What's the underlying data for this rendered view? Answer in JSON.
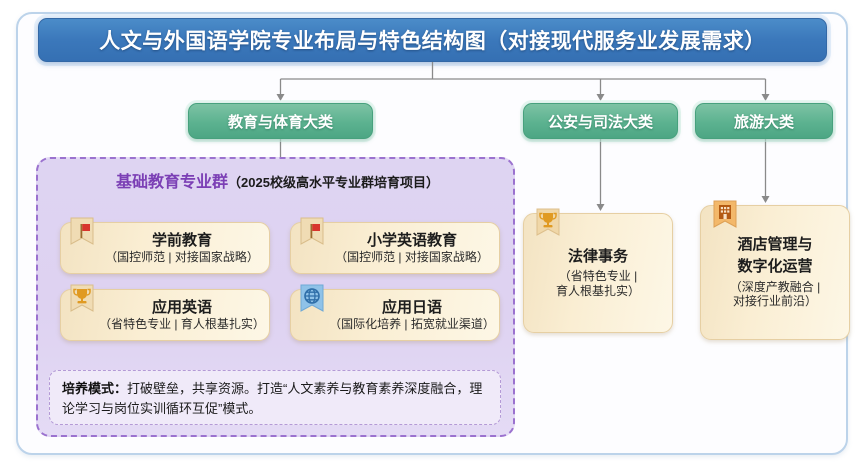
{
  "header": {
    "title": "人文与外国语学院专业布局与特色结构图（对接现代服务业发展需求）"
  },
  "categories": [
    {
      "id": "education",
      "label": "教育与体育大类"
    },
    {
      "id": "public-security-justice",
      "label": "公安与司法大类"
    },
    {
      "id": "tourism",
      "label": "旅游大类"
    }
  ],
  "group": {
    "title_main": "基础教育专业群",
    "title_sub": "（2025校级高水平专业群培育项目）",
    "cards": [
      {
        "id": "preschool-education",
        "icon": "red-flag-ribbon-icon",
        "title": "学前教育",
        "subtitle": "（国控师范 | 对接国家战略）"
      },
      {
        "id": "primary-english-education",
        "icon": "red-flag-ribbon-icon",
        "title": "小学英语教育",
        "subtitle": "（国控师范 | 对接国家战略）"
      },
      {
        "id": "applied-english",
        "icon": "trophy-ribbon-icon",
        "title": "应用英语",
        "subtitle": "（省特色专业 | 育人根基扎实）"
      },
      {
        "id": "applied-japanese",
        "icon": "globe-ribbon-icon",
        "title": "应用日语",
        "subtitle": "（国际化培养 | 拓宽就业渠道）"
      }
    ],
    "note": {
      "label": "培养模式：",
      "text": "打破壁垒，共享资源。打造“人文素养与教育素养深度融合，理论学习与岗位实训循环互促”模式。"
    }
  },
  "right_cards": [
    {
      "id": "legal-affairs",
      "icon": "trophy-ribbon-icon",
      "title": "法律事务",
      "subtitle_line1": "（省特色专业 |",
      "subtitle_line2": "育人根基扎实）"
    },
    {
      "id": "hotel-management-digital-operation",
      "icon": "hotel-building-ribbon-icon",
      "title_line1": "酒店管理与",
      "title_line2": "数字化运营",
      "subtitle_line1": "（深度产教融合 |",
      "subtitle_line2": "对接行业前沿）"
    }
  ],
  "colors": {
    "title_bar": "#3b78bb",
    "category_pill": "#5cb290",
    "group_panel": "#ded4f2",
    "group_border": "#9b72cf",
    "group_title": "#7b3fb5",
    "card": "#faeed3",
    "connector": "#8a8a8a",
    "frame_border": "#bcd3ea"
  }
}
